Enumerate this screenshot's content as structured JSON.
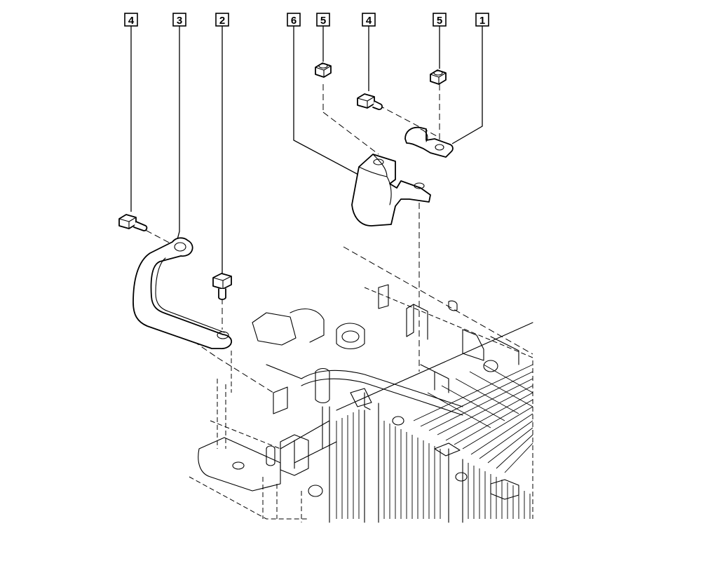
{
  "callouts": [
    {
      "id": "callout-4-left",
      "label": "4"
    },
    {
      "id": "callout-3",
      "label": "3"
    },
    {
      "id": "callout-2",
      "label": "2"
    },
    {
      "id": "callout-6",
      "label": "6"
    },
    {
      "id": "callout-5-left",
      "label": "5"
    },
    {
      "id": "callout-4-right",
      "label": "4"
    },
    {
      "id": "callout-5-right",
      "label": "5"
    },
    {
      "id": "callout-1",
      "label": "1"
    }
  ]
}
